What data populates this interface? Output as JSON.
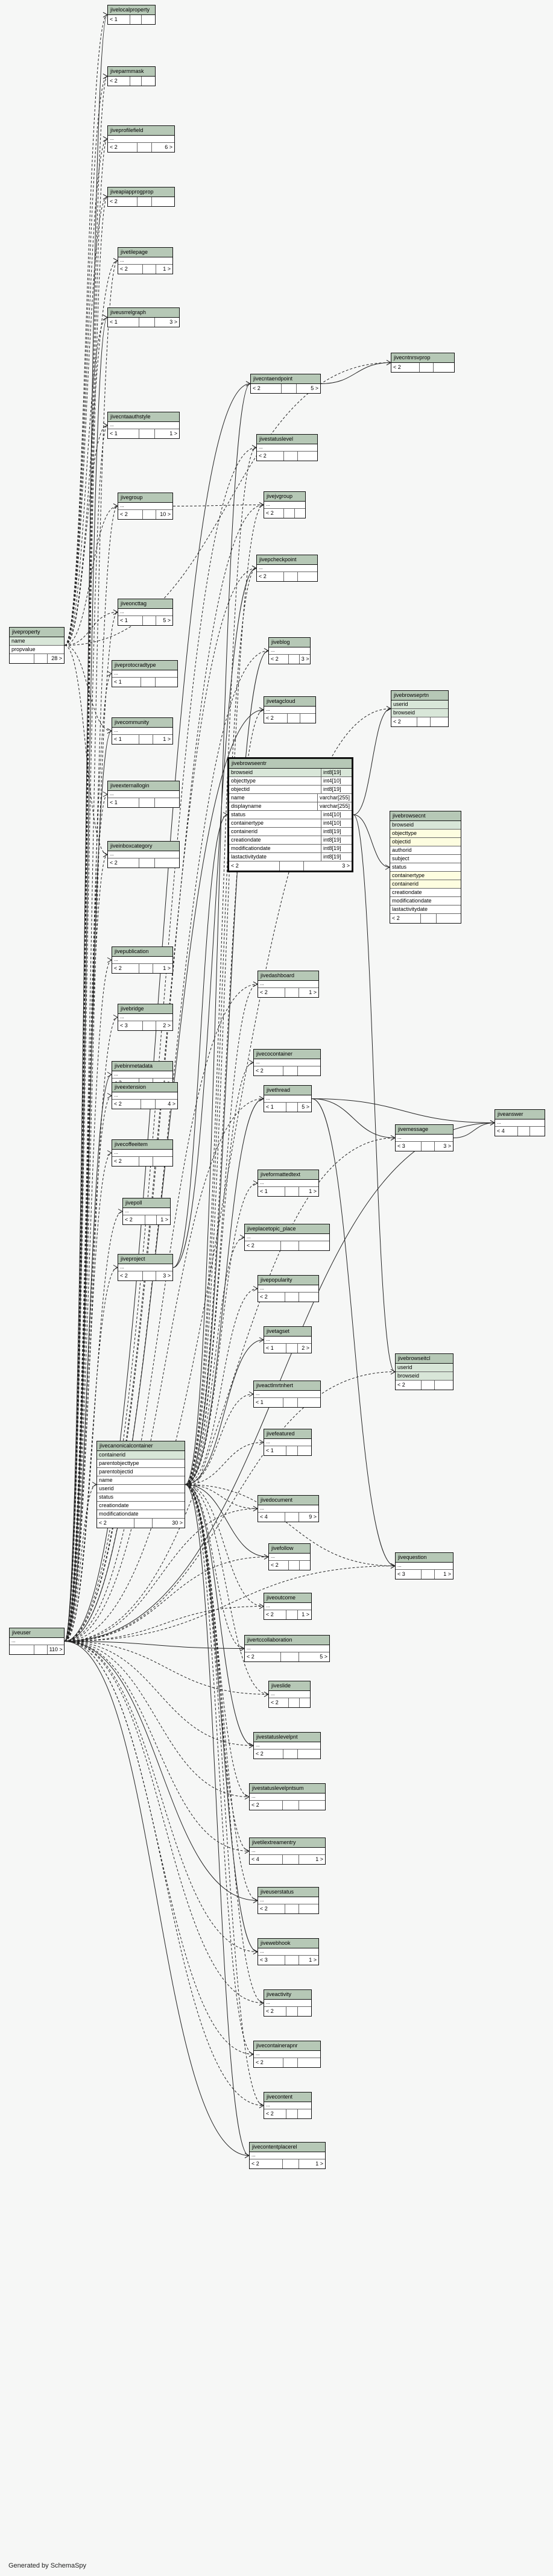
{
  "footer": "Generated by SchemaSpy",
  "tables": [
    {
      "id": "jivelocalproperty",
      "name": "jivelocalproperty",
      "footer": [
        "< 1",
        "",
        ""
      ]
    },
    {
      "id": "jiveparmmask",
      "name": "jiveparmmask",
      "footer": [
        "< 2",
        "",
        ""
      ]
    },
    {
      "id": "jiveprofilefield",
      "name": "jiveprofilefield",
      "dots": true,
      "footer": [
        "< 2",
        "",
        "6 >"
      ]
    },
    {
      "id": "jiveapiapprogprop",
      "name": "jiveapiapprogprop",
      "footer": [
        "< 2",
        "",
        ""
      ]
    },
    {
      "id": "jivetilepage",
      "name": "jivetilepage",
      "dots": true,
      "footer": [
        "< 2",
        "",
        "1 >"
      ]
    },
    {
      "id": "jiveusrrelgraph",
      "name": "jiveusrrelgraph",
      "footer": [
        "< 1",
        "",
        "3 >"
      ]
    },
    {
      "id": "jivecntnrsvprop",
      "name": "jivecntnrsvprop",
      "footer": [
        "< 2",
        "",
        ""
      ]
    },
    {
      "id": "jivecontainerauthstyle",
      "name": "jivecntaauthstyle",
      "dots": true,
      "footer": [
        "< 1",
        "",
        "1 >"
      ]
    },
    {
      "id": "jivecntaendpoint",
      "name": "jivecntaendpoint",
      "footer": [
        "< 2",
        "",
        "5 >"
      ]
    },
    {
      "id": "jivestatuslevel",
      "name": "jivestatuslevel",
      "dots": true,
      "footer": [
        "< 2",
        "",
        ""
      ]
    },
    {
      "id": "jivegroup",
      "name": "jivegroup",
      "dots": true,
      "footer": [
        "< 2",
        "",
        "10 >"
      ]
    },
    {
      "id": "jivejvgroup",
      "name": "jivejvgroup",
      "dots": true,
      "footer": [
        "< 2",
        "",
        ""
      ]
    },
    {
      "id": "jiveproperty",
      "name": "jiveproperty",
      "rows": [
        {
          "c": "name",
          "key": true
        },
        {
          "c": "propvalue"
        }
      ],
      "footer": [
        "",
        "",
        "28 >"
      ]
    },
    {
      "id": "jivepcheckpoint",
      "name": "jivepcheckpoint",
      "dots": true,
      "footer": [
        "< 2",
        "",
        ""
      ]
    },
    {
      "id": "jiveoncttag",
      "name": "jiveoncttag",
      "dots": true,
      "footer": [
        "< 1",
        "",
        "5 >"
      ]
    },
    {
      "id": "jiveblog",
      "name": "jiveblog",
      "dots": true,
      "footer": [
        "< 2",
        "",
        "3 >"
      ]
    },
    {
      "id": "jiveprotocradtype",
      "name": "jiveprotocradtype",
      "dots": true,
      "footer": [
        "< 1",
        "",
        ""
      ]
    },
    {
      "id": "jivetagcloud",
      "name": "jivetagcloud",
      "dots": true,
      "footer": [
        "< 2",
        "",
        ""
      ]
    },
    {
      "id": "jivebrowseprtn",
      "name": "jivebrowseprtn",
      "rows": [
        {
          "c": "userid",
          "key": true
        },
        {
          "c": "browseid",
          "key": true
        }
      ],
      "footer": [
        "< 2",
        "",
        ""
      ]
    },
    {
      "id": "jivecommunity",
      "name": "jivecommunity",
      "dots": true,
      "footer": [
        "< 1",
        "",
        "1 >"
      ]
    },
    {
      "id": "jiveexternallogin",
      "name": "jiveexternallogin",
      "dots": true,
      "footer": [
        "< 1",
        "",
        ""
      ]
    },
    {
      "id": "jiveinboxcategory",
      "name": "jiveinboxcategory",
      "dots": true,
      "footer": [
        "< 2",
        "",
        ""
      ]
    },
    {
      "id": "jivebrowseentr",
      "name": "jivebrowseentr",
      "focus": true,
      "rows": [
        {
          "c": "browseid",
          "t": "int8[19]",
          "key": true
        },
        {
          "c": "objecttype",
          "t": "int4[10]"
        },
        {
          "c": "objectid",
          "t": "int8[19]"
        },
        {
          "c": "name",
          "t": "varchar[255]"
        },
        {
          "c": "displayname",
          "t": "varchar[255]"
        },
        {
          "c": "status",
          "t": "int4[10]"
        },
        {
          "c": "containertype",
          "t": "int4[10]"
        },
        {
          "c": "containerid",
          "t": "int8[19]"
        },
        {
          "c": "creationdate",
          "t": "int8[19]"
        },
        {
          "c": "modificationdate",
          "t": "int8[19]"
        },
        {
          "c": "lastactivitydate",
          "t": "int8[19]"
        }
      ],
      "footer": [
        "< 2",
        "",
        "3 >"
      ]
    },
    {
      "id": "jivebrowsecnt",
      "name": "jivebrowsecnt",
      "rows": [
        {
          "c": "browseid",
          "key": true
        },
        {
          "c": "objecttype",
          "hl": true
        },
        {
          "c": "objectid",
          "hl": true
        },
        {
          "c": "authorid"
        },
        {
          "c": "subject"
        },
        {
          "c": "status"
        },
        {
          "c": "containertype",
          "hl": true
        },
        {
          "c": "containerid",
          "hl": true
        },
        {
          "c": "creationdate"
        },
        {
          "c": "modificationdate"
        },
        {
          "c": "lastactivitydate"
        }
      ],
      "footer": [
        "< 2",
        "",
        ""
      ]
    },
    {
      "id": "jivedashboard",
      "name": "jivedashboard",
      "dots": true,
      "footer": [
        "< 2",
        "",
        "1 >"
      ]
    },
    {
      "id": "jivepublication",
      "name": "jivepublication",
      "dots": true,
      "footer": [
        "< 2",
        "",
        "1 >"
      ]
    },
    {
      "id": "jivebridge",
      "name": "jivebridge",
      "dots": true,
      "footer": [
        "< 3",
        "",
        "2 >"
      ]
    },
    {
      "id": "jivebinmetadata",
      "name": "jivebinmetadata",
      "dots": true,
      "footer": [
        "< 2",
        "",
        "1 >"
      ]
    },
    {
      "id": "jivecocontainer",
      "name": "jivecocontainer",
      "dots": true,
      "footer": [
        "< 2",
        "",
        ""
      ]
    },
    {
      "id": "jiveextension",
      "name": "jiveextension",
      "dots": true,
      "footer": [
        "< 2",
        "",
        "4 >"
      ]
    },
    {
      "id": "jivethread",
      "name": "jivethread",
      "dots": true,
      "footer": [
        "< 1",
        "",
        "5 >"
      ]
    },
    {
      "id": "jiveanswer",
      "name": "jiveanswer",
      "dots": true,
      "footer": [
        "< 4",
        "",
        ""
      ]
    },
    {
      "id": "jivecoffeeitem",
      "name": "jivecoffeeitem",
      "dots": true,
      "footer": [
        "< 2",
        "",
        ""
      ]
    },
    {
      "id": "jivemessage",
      "name": "jivemessage",
      "dots": true,
      "footer": [
        "< 3",
        "",
        "3 >"
      ]
    },
    {
      "id": "jivepoll",
      "name": "jivepoll",
      "dots": true,
      "footer": [
        "< 2",
        "",
        "1 >"
      ]
    },
    {
      "id": "jiveformattedtext",
      "name": "jiveformattedtext",
      "dots": true,
      "footer": [
        "< 1",
        "",
        "1 >"
      ]
    },
    {
      "id": "jiveproject",
      "name": "jiveproject",
      "dots": true,
      "footer": [
        "< 2",
        "",
        "3 >"
      ]
    },
    {
      "id": "jiveplacetopic_place",
      "name": "jiveplacetopic_place",
      "dots": true,
      "footer": [
        "< 2",
        "",
        ""
      ]
    },
    {
      "id": "jivepopularity",
      "name": "jivepopularity",
      "dots": true,
      "footer": [
        "< 2",
        "",
        ""
      ]
    },
    {
      "id": "jivebrowseitcl",
      "name": "jivebrowseitcl",
      "rows": [
        {
          "c": "userid",
          "key": true
        },
        {
          "c": "browseid",
          "key": true
        }
      ],
      "footer": [
        "< 2",
        "",
        ""
      ]
    },
    {
      "id": "jivetagset",
      "name": "jivetagset",
      "dots": true,
      "footer": [
        "< 1",
        "",
        "2 >"
      ]
    },
    {
      "id": "jiveactlmrtnhert",
      "name": "jiveactlmrtnhert",
      "dots": true,
      "footer": [
        "< 1",
        "",
        ""
      ]
    },
    {
      "id": "jivecanonicalcontainer",
      "name": "jivecanonicalcontainer",
      "rows": [
        {
          "c": "containerid",
          "key": true
        },
        {
          "c": "parentobjecttype"
        },
        {
          "c": "parentobjectid"
        },
        {
          "c": "name"
        },
        {
          "c": "userid"
        },
        {
          "c": "status"
        },
        {
          "c": "creationdate"
        },
        {
          "c": "modificationdate"
        }
      ],
      "footer": [
        "< 2",
        "",
        "30 >"
      ]
    },
    {
      "id": "jivefeatured",
      "name": "jivefeatured",
      "dots": true,
      "footer": [
        "< 1",
        "",
        ""
      ]
    },
    {
      "id": "jivequestion",
      "name": "jivequestion",
      "dots": true,
      "footer": [
        "< 3",
        "",
        "1 >"
      ]
    },
    {
      "id": "jivedocument",
      "name": "jivedocument",
      "dots": true,
      "footer": [
        "< 4",
        "",
        "9 >"
      ]
    },
    {
      "id": "jivefollow",
      "name": "jivefollow",
      "dots": true,
      "footer": [
        "< 2",
        "",
        ""
      ]
    },
    {
      "id": "jiveoutcome",
      "name": "jiveoutcome",
      "dots": true,
      "footer": [
        "< 2",
        "",
        "1 >"
      ]
    },
    {
      "id": "jiveuser",
      "name": "jiveuser",
      "dots": true,
      "footer": [
        "",
        "",
        "110 >"
      ]
    },
    {
      "id": "jivertccollaboration",
      "name": "jivertccollaboration",
      "dots": true,
      "footer": [
        "< 2",
        "",
        "5 >"
      ]
    },
    {
      "id": "jiveslide",
      "name": "jiveslide",
      "dots": true,
      "footer": [
        "< 2",
        "",
        ""
      ]
    },
    {
      "id": "jivestatuslevelpnt",
      "name": "jivestatuslevelpnt",
      "dots": true,
      "footer": [
        "< 2",
        "",
        ""
      ]
    },
    {
      "id": "jivestatuslevelpntsum",
      "name": "jivestatuslevelpntsum",
      "dots": true,
      "footer": [
        "< 2",
        "",
        ""
      ]
    },
    {
      "id": "jivetilextreamentry",
      "name": "jivetilextreamentry",
      "dots": true,
      "footer": [
        "< 4",
        "",
        "1 >"
      ]
    },
    {
      "id": "jiveuserstatus",
      "name": "jiveuserstatus",
      "dots": true,
      "footer": [
        "< 2",
        "",
        ""
      ]
    },
    {
      "id": "jivewebhook",
      "name": "jivewebhook",
      "dots": true,
      "footer": [
        "< 3",
        "",
        "1 >"
      ]
    },
    {
      "id": "jiveactivity",
      "name": "jiveactivity",
      "dots": true,
      "footer": [
        "< 2",
        "",
        ""
      ]
    },
    {
      "id": "jivecontainerapnr",
      "name": "jivecontainerapnr",
      "dots": true,
      "footer": [
        "< 2",
        "",
        ""
      ]
    },
    {
      "id": "jivecontent",
      "name": "jivecontent",
      "dots": true,
      "footer": [
        "< 2",
        "",
        ""
      ]
    },
    {
      "id": "jivecontentplacerel",
      "name": "jivecontentplacerel",
      "dots": true,
      "footer": [
        "< 2",
        "",
        "1 >"
      ]
    }
  ]
}
